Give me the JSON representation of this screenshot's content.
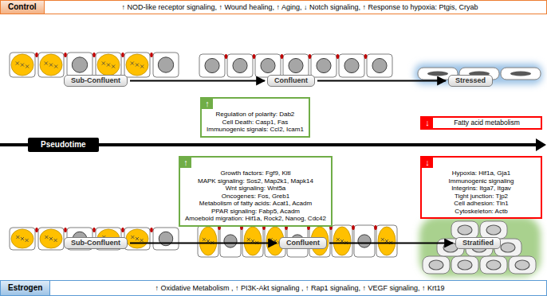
{
  "diagram": {
    "nodes": [
      {
        "text": [
          "↑ NOD-like receptor signaling, ↑ Wound healing, ↑ Aging, ↓ Notch signaling, ↑ Response to hypoxia: Ptgis, Cryab"
        ]
      },
      {
        "text": [
          "Control"
        ],
        "in": 0
      },
      {
        "text": [
          "Sub-Confluent"
        ]
      },
      {
        "text": [
          "Confluent"
        ]
      },
      {
        "text": [
          "Stressed"
        ]
      },
      {
        "text": [
          "↑",
          "Regulation of polarity: Dab2",
          "Cell Death: Casp1, Fas",
          "Immunogenic signals: Ccl2, Icam1"
        ]
      },
      {
        "text": [
          "↓",
          "Fatty acid metabolism"
        ]
      },
      {
        "text": [
          "Pseudotime"
        ]
      },
      {
        "text": [
          "↑",
          "Growth factors: Fgf9, Kitl",
          "MAPK signaling: Sos2, Map2k1, Mapk14",
          "Wnt signaling: Wnt5a",
          "Oncogenes: Fos, Greb1",
          "Metabolism of fatty acids: Acat1, Acadm",
          "PPAR signaling: Fabp5, Acadm",
          "Amoeboid migration: Hif1a, Rock2, Nanog, Cdc42"
        ]
      },
      {
        "text": [
          "↓",
          "Hypoxia: Hif1a, Gja1",
          "Immunogenic signaling",
          "Integrins: Itga7, Itgav",
          "Tight junction: Tjp2",
          "Cell adhesion: Tln1",
          "Cytoskeleton: Actb"
        ]
      },
      {
        "text": [
          "Sub-Confluent"
        ]
      },
      {
        "text": [
          "Confluent"
        ]
      },
      {
        "text": [
          "Stratified"
        ]
      },
      {
        "text": [
          "↑ Oxidative Metabolism , ↑ PI3K-Akt signaling , ↑ Rap1 signaling, ↑ VEGF signaling, ↑ Krt19"
        ]
      },
      {
        "text": [
          "Estrogen"
        ],
        "in": 13
      }
    ],
    "edges": [
      {
        "from": 2,
        "to": 3,
        "arrow": "to"
      },
      {
        "from": 3,
        "to": 4,
        "arrow": "to"
      },
      {
        "from": 10,
        "to": 11,
        "arrow": "to"
      },
      {
        "from": 11,
        "to": 12,
        "arrow": "to"
      }
    ]
  }
}
